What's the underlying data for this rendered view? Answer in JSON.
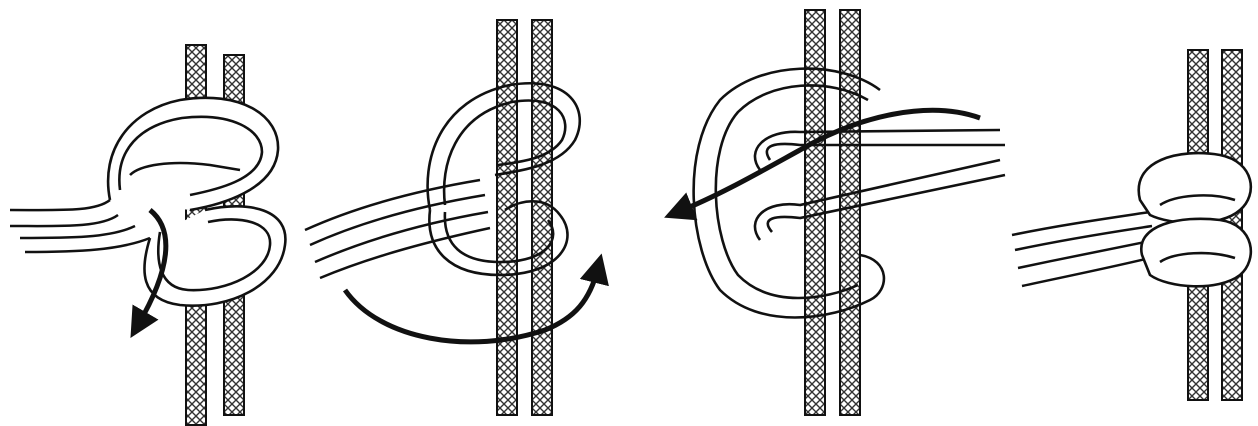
{
  "diagram": {
    "colors": {
      "ink": "#111111",
      "paper": "#ffffff",
      "hatch": "#333333"
    },
    "steps": [
      {
        "id": "step-1",
        "arrow": "curved-down-left"
      },
      {
        "id": "step-2",
        "arrow": "curved-under-and-up-right"
      },
      {
        "id": "step-3",
        "arrow": "curved-left-through-loops"
      },
      {
        "id": "step-4",
        "arrow": "none"
      }
    ]
  }
}
